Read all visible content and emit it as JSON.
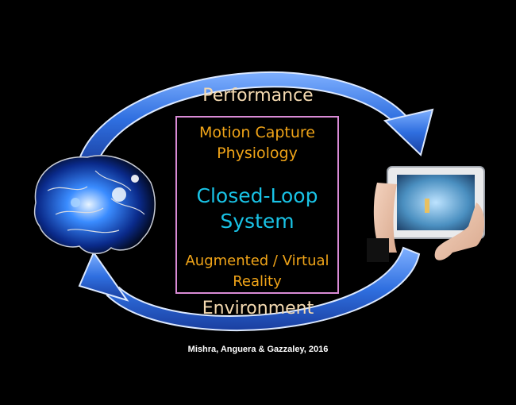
{
  "diagram": {
    "top_label": "Performance",
    "bottom_label": "Environment",
    "center_box": {
      "line1": "Motion Capture",
      "line2": "Physiology",
      "title_line1": "Closed-Loop",
      "title_line2": "System",
      "line3": "Augmented / Virtual",
      "line4": "Reality"
    },
    "citation": "Mishra, Anguera & Gazzaley, 2016",
    "left_image": "brain-icon",
    "right_image": "tablet-in-hands-icon",
    "colors": {
      "background": "#000000",
      "arrow": "#2f6fe0",
      "box_border": "#d98bd6",
      "orange_text": "#f0a418",
      "cyan_text": "#19c3e6",
      "label_text": "#f4d9b0"
    }
  }
}
